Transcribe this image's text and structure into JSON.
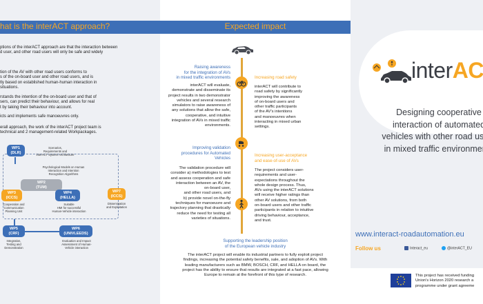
{
  "left": {
    "title": "hat is the interACT approach?",
    "p1": "ptions of the interACT approach are that the interaction between\nd user, and other road users will only be safe and widely",
    "p2": "tion of the AV with other road users conforms to\ns of the on-board user and other road users, and is\ntly based on established human-human interaction in\nsituations.",
    "p3": "rstands the intention of the on-board user and that of\nsers, can predict their behaviour, and allows for real\nt by taking their behaviour into account.",
    "p4": "icts and implements safe manoeuvres only.",
    "p5": "erall approach, the work of the interACT project team is\ntechnical and 2 management-related Workpackages.",
    "wp": {
      "wp1": "WP1\n(DLR)",
      "wp1_note": "Scenarios,\nRequirements and\ninterACT System Architecture",
      "psych_note": "Psychological Models on Human\nInteraction and Intention\nRecognition Algorithms",
      "wp2": "WP2\n(TUM)",
      "wp3": "WP3\n(ICCS)",
      "wp3_note": "Cooperation and\nCommunication\nPlanning Unit",
      "wp4": "WP4\n(HELLA)",
      "wp4_note": "Suitable\nHMI for successful\nHuman-Vehicle interaction",
      "wp7": "WP7\n(ICCS)",
      "wp7_note": "Dissemination\nand Exploitation",
      "wp5": "WP5\n(CRF)",
      "wp5_note": "Integration,\nTesting and\nDemonstration",
      "wp6": "WP6\n(UNIVLEEDS)",
      "wp6_note": "Evaluation and Impact\nAssessment of Human-\nVehicle interaction"
    }
  },
  "middle": {
    "title": "Expected impact",
    "s1_heading": "Raising awareness\nfor the integration of AVs\nin mixed traffic environments",
    "s1_text": "interACT will evaluate,\ndemonstrate and disseminate its\nproject results in two demonstrator\nvehicles and several research\nsimulators to raise awareness of\nany solutions that allow  the safe,\ncooperative, and intuitive\nintegration of AVs in mixed traffic\nenvironments.",
    "s2_heading": "Increasing road safety",
    "s2_text": "interACT will contribute to\nroad safety by significantly\nimproving the awareness\nof on-board users and\nother traffic participants\nof the AV's intentions\nand manoeuvres when\ninteracting in mixed urban\nsettings.",
    "s3_heading": "Improving validation\nprocedures for Automated\nVehicles",
    "s3_text": "The validation procedure will\nconsider a) methodologies to test\nand assess cooperation and safe\ninteraction between an AV, the\non-board user,\nand other road users, and\nb) provide novel on-the-fly\ntechniques for manoeuvre and\ntrajectory planning that drastically\nreduce the need for testing all\nvarieties of situations.",
    "s4_heading": "Increasing user-acceptance\nand ease-of-use of AVs",
    "s4_text": "The project considers user-\nrequirements and user-\nexpectations throughout the\nwhole design process. Thus,\nAVs using the interACT solutions\nwill receive higher ratings than\nother AV solutions, from both\non-board users and other traffic\nparticipants in relation to intuitive\ndriving behaviour, acceptance,\nand trust.",
    "s5_heading": "Supporting the leadership position\nof the European vehicle industry",
    "s5_text": "The interACT project will enable its industrial partners to fully exploit project\nfindings, increasing the potential safety benefits, sale, and adoption of AVs. With\nleading manufacturers such as BMW, BOSCH, CRF, and HELLA on board, the\nproject has the ability to ensure that results are integrated at a fast pace, allowing\nEurope to remain at the forefront of this type of research."
  },
  "right": {
    "logo_main": "inter",
    "logo_accent": "AC",
    "tagline": "Designing cooperative interaction of automated vehicles with other road users in mixed traffic environments",
    "url": "www.interact-roadautomation.eu",
    "follow": "Follow us",
    "social_fb": "Interact_eu",
    "social_tw": "@interACT_EU",
    "eu_text": "This project has received funding\nUnion's Horizon 2020 research a\nprogramme under grant agreeme"
  },
  "colors": {
    "blue": "#3d6fb7",
    "orange": "#f6a623",
    "grey": "#a8adb5"
  },
  "icons": [
    "car-icon",
    "bicycle-icon",
    "baby-stroller-icon",
    "pedestrian-icon",
    "eu-flag-icon",
    "facebook-icon",
    "twitter-icon"
  ]
}
